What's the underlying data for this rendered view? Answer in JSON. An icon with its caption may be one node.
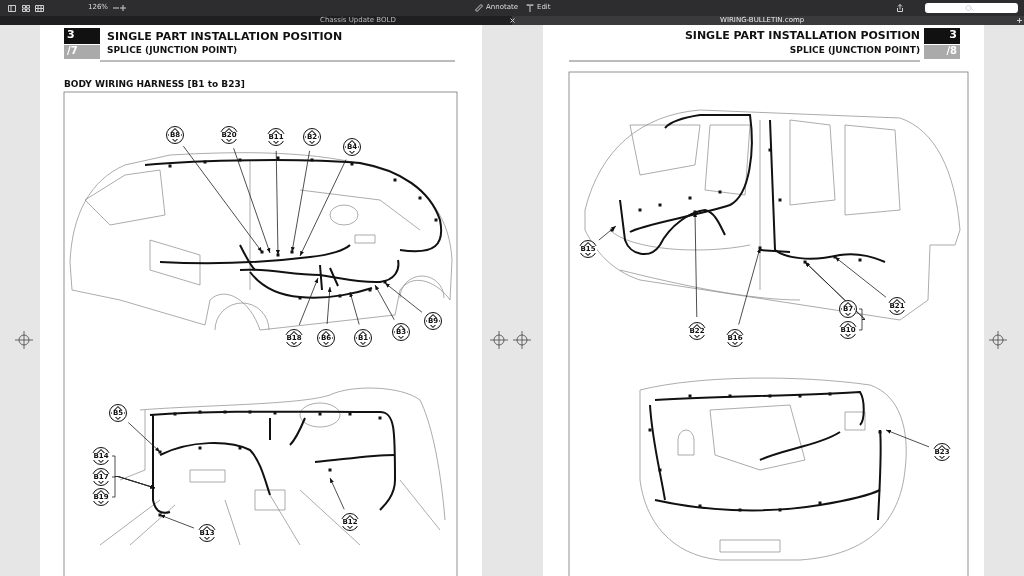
{
  "diagram": {
    "nodes": [
      {
        "text": [
          "B8"
        ]
      },
      {
        "text": [
          "B20"
        ]
      },
      {
        "text": [
          "B11"
        ]
      },
      {
        "text": [
          "B2"
        ]
      },
      {
        "text": [
          "B4"
        ]
      },
      {
        "text": [
          "B18"
        ]
      },
      {
        "text": [
          "B6"
        ]
      },
      {
        "text": [
          "B1"
        ]
      },
      {
        "text": [
          "B3"
        ]
      },
      {
        "text": [
          "B9"
        ]
      },
      {
        "text": [
          "B5"
        ]
      },
      {
        "text": [
          "B14"
        ]
      },
      {
        "text": [
          "B17"
        ]
      },
      {
        "text": [
          "B19"
        ]
      },
      {
        "text": [
          "B13"
        ]
      },
      {
        "text": [
          "B12"
        ]
      },
      {
        "text": [
          "B15"
        ]
      },
      {
        "text": [
          "B22"
        ]
      },
      {
        "text": [
          "B16"
        ]
      },
      {
        "text": [
          "B7"
        ]
      },
      {
        "text": [
          "B10"
        ]
      },
      {
        "text": [
          "B21"
        ]
      },
      {
        "text": [
          "B23"
        ]
      }
    ],
    "edges": [
      {
        "from": 0,
        "to": null,
        "arrow": "to"
      },
      {
        "from": 1,
        "to": null,
        "arrow": "to"
      },
      {
        "from": 2,
        "to": null,
        "arrow": "to"
      },
      {
        "from": 3,
        "to": null,
        "arrow": "to"
      },
      {
        "from": 4,
        "to": null,
        "arrow": "to"
      },
      {
        "from": 5,
        "to": null,
        "arrow": "to"
      },
      {
        "from": 6,
        "to": null,
        "arrow": "to"
      },
      {
        "from": 7,
        "to": null,
        "arrow": "to"
      },
      {
        "from": 8,
        "to": null,
        "arrow": "to"
      },
      {
        "from": 9,
        "to": null,
        "arrow": "to"
      },
      {
        "from": 10,
        "to": null,
        "arrow": "to"
      },
      {
        "from": 11,
        "to": null,
        "arrow": "to"
      },
      {
        "from": 12,
        "to": null,
        "arrow": "to"
      },
      {
        "from": 13,
        "to": null,
        "arrow": "to"
      },
      {
        "from": 14,
        "to": null,
        "arrow": "to"
      },
      {
        "from": 15,
        "to": null,
        "arrow": "to"
      },
      {
        "from": 16,
        "to": null,
        "arrow": "to"
      },
      {
        "from": 17,
        "to": null,
        "arrow": "to"
      },
      {
        "from": 18,
        "to": null,
        "arrow": "to"
      },
      {
        "from": 19,
        "to": null,
        "arrow": "to"
      },
      {
        "from": 20,
        "to": null,
        "arrow": "to"
      },
      {
        "from": 21,
        "to": null,
        "arrow": "to"
      },
      {
        "from": 22,
        "to": null,
        "arrow": "to"
      }
    ],
    "labels": [
      "126%",
      "Annotate",
      "Edit",
      "Chassis Update BOLD",
      "WIRING-BULLETIN.comp",
      "3",
      "SINGLE PART INSTALLATION POSITION",
      "/7",
      "SPLICE (JUNCTION POINT)",
      "SINGLE PART INSTALLATION POSITION",
      "3",
      "SPLICE (JUNCTION POINT)",
      "/8",
      "BODY WIRING HARNESS [B1 to B23]"
    ]
  }
}
